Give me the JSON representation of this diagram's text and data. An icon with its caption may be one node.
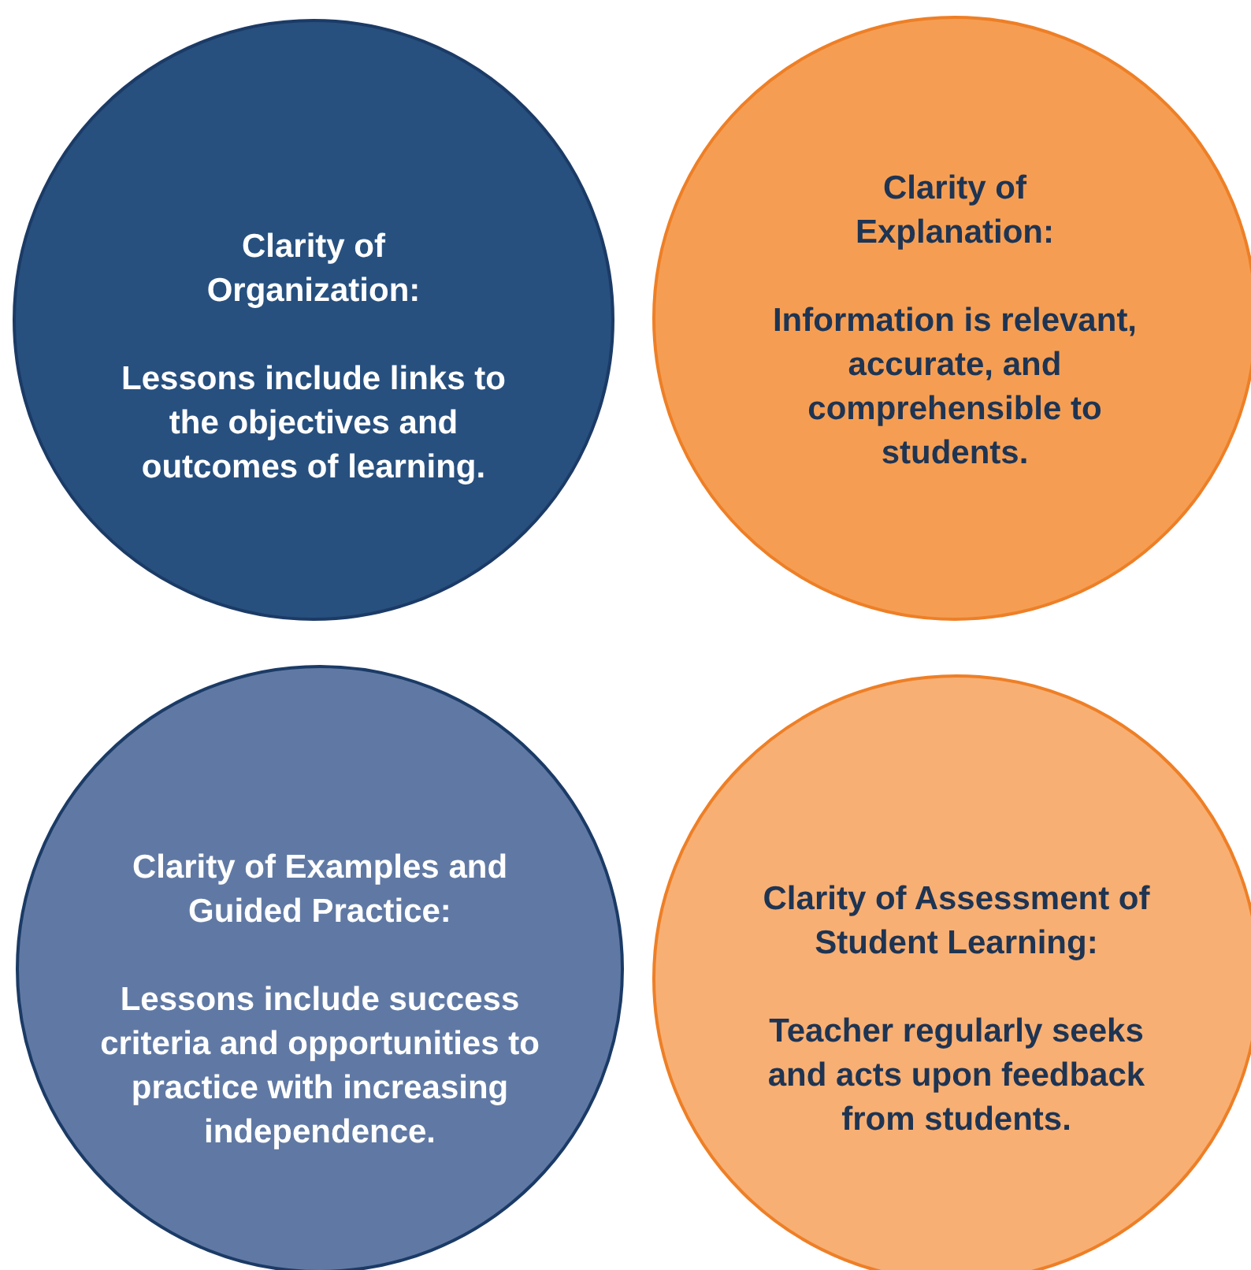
{
  "diagram": {
    "nodes": [
      {
        "text": [
          "Clarity of Organization:",
          "Lessons include links to the objectives and outcomes of learning."
        ]
      },
      {
        "text": [
          "Clarity of Explanation:",
          "Information is relevant, accurate, and comprehensible to students."
        ]
      },
      {
        "text": [
          "Clarity of Examples and Guided Practice:",
          "Lessons include success criteria and opportunities to practice with increasing independence."
        ]
      },
      {
        "text": [
          "Clarity of Assessment of Student Learning:",
          "Teacher regularly seeks and acts upon feedback from students."
        ]
      }
    ]
  }
}
